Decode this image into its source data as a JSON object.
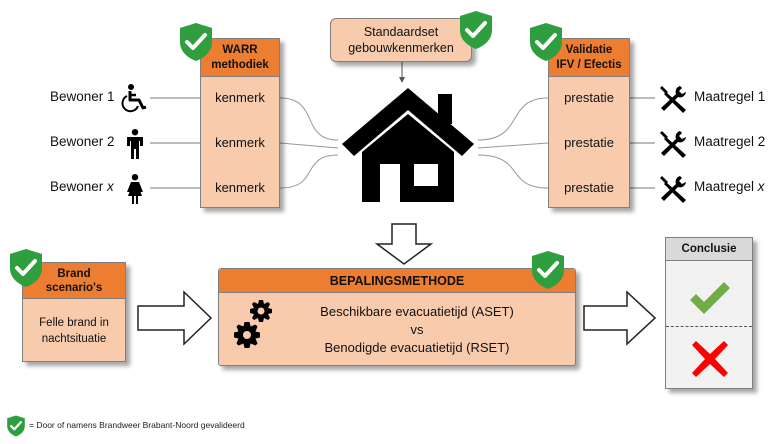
{
  "warr": {
    "header_line1": "WARR",
    "header_line2": "methodiek",
    "items": [
      "kenmerk",
      "kenmerk",
      "kenmerk"
    ]
  },
  "standaardset": {
    "line1": "Standaardset",
    "line2": "gebouwkenmerken"
  },
  "validatie": {
    "header_line1": "Validatie",
    "header_line2": "IFV / Efectis",
    "items": [
      "prestatie",
      "prestatie",
      "prestatie"
    ]
  },
  "bewoners": [
    {
      "label": "Bewoner 1",
      "icon": "wheelchair-person-icon"
    },
    {
      "label": "Bewoner 2",
      "icon": "man-icon"
    },
    {
      "label_main": "Bewoner ",
      "label_var": "x",
      "icon": "woman-icon"
    }
  ],
  "maatregelen": [
    {
      "label": "Maatregel 1",
      "icon": "tools-icon"
    },
    {
      "label": "Maatregel 2",
      "icon": "tools-icon"
    },
    {
      "label_main": "Maatregel ",
      "label_var": "x",
      "icon": "tools-icon"
    }
  ],
  "brand": {
    "header_line1": "Brand",
    "header_line2": "scenario's",
    "body_line1": "Felle brand in",
    "body_line2": "nachtsituatie"
  },
  "bepalingsmethode": {
    "header": "BEPALINGSMETHODE",
    "line1": "Beschikbare evacuatietijd (ASET)",
    "line2": "vs",
    "line3": "Benodigde evacuatietijd (RSET)"
  },
  "conclusie": {
    "header": "Conclusie",
    "positive_icon": "green-check-icon",
    "negative_icon": "red-cross-icon"
  },
  "legend": {
    "text": "= Door of namens Brandweer Brabant-Noord gevalideerd",
    "icon": "validated-shield-icon"
  },
  "colors": {
    "box_fill": "#f8cbad",
    "header_fill": "#ed7d31",
    "shield_green": "#2e9e3f",
    "check_green": "#70ad47",
    "cross_red": "#ff0000"
  }
}
